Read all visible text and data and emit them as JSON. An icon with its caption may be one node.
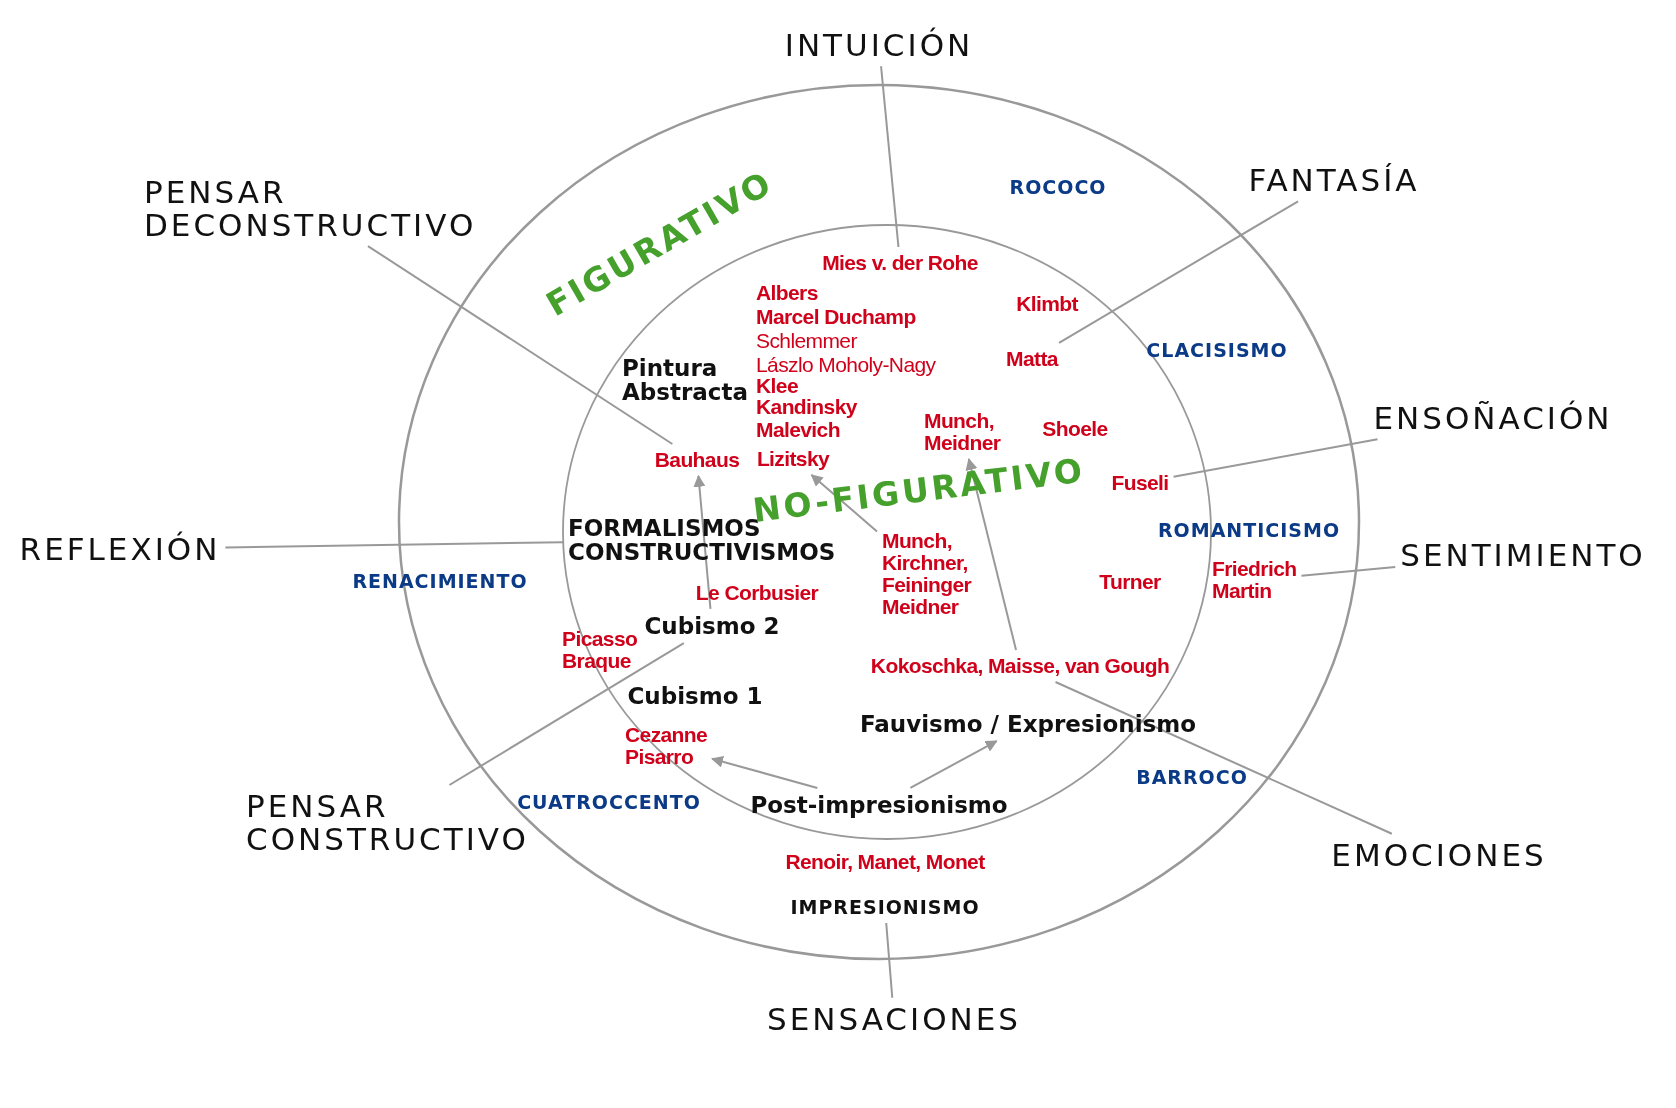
{
  "diagram": {
    "nodes": [
      {
        "text": [
          "INTUICIÓN"
        ]
      },
      {
        "text": [
          "Mies v. der Rohe"
        ]
      },
      {
        "text": [
          "FANTASÍA"
        ]
      },
      {
        "text": [
          "Matta"
        ]
      },
      {
        "text": [
          "PENSAR DECONSTRUCTIVO"
        ]
      },
      {
        "text": [
          "Bauhaus"
        ]
      },
      {
        "text": [
          "ENSOÑACIÓN"
        ]
      },
      {
        "text": [
          "Fuseli"
        ]
      },
      {
        "text": [
          "REFLEXIÓN"
        ]
      },
      {
        "text": [
          "FORMALISMOS CONSTRUCTIVISMOS"
        ]
      },
      {
        "text": [
          "SENTIMIENTO"
        ]
      },
      {
        "text": [
          "Friedrich Martin"
        ]
      },
      {
        "text": [
          "PENSAR CONSTRUCTIVO"
        ]
      },
      {
        "text": [
          "Cubismo 2"
        ]
      },
      {
        "text": [
          "EMOCIONES"
        ]
      },
      {
        "text": [
          "Kokoschka, Maisse, van Gough"
        ]
      },
      {
        "text": [
          "SENSACIONES"
        ]
      },
      {
        "text": [
          "IMPRESIONISMO"
        ]
      },
      {
        "text": [
          "Post-impresionismo"
        ]
      },
      {
        "text": [
          "Cezanne Pisarro"
        ]
      },
      {
        "text": [
          "Fauvismo / Expresionismo"
        ]
      },
      {
        "text": [
          "Lizitsky"
        ]
      },
      {
        "text": [
          "Munch, Kirchner, Feininger Meidner"
        ]
      },
      {
        "text": [
          "Munch, Meidner"
        ]
      }
    ],
    "edges": [
      {
        "from": 0,
        "to": 1,
        "arrow": "none"
      },
      {
        "from": 2,
        "to": 3,
        "arrow": "none"
      },
      {
        "from": 4,
        "to": 5,
        "arrow": "none"
      },
      {
        "from": 6,
        "to": 7,
        "arrow": "none"
      },
      {
        "from": 8,
        "to": 9,
        "arrow": "none"
      },
      {
        "from": 10,
        "to": 11,
        "arrow": "none"
      },
      {
        "from": 12,
        "to": 13,
        "arrow": "none"
      },
      {
        "from": 14,
        "to": 15,
        "arrow": "none"
      },
      {
        "from": 16,
        "to": 17,
        "arrow": "none"
      },
      {
        "from": 18,
        "to": 19,
        "arrow": "to"
      },
      {
        "from": 18,
        "to": 20,
        "arrow": "to"
      },
      {
        "from": 13,
        "to": 5,
        "arrow": "to"
      },
      {
        "from": 22,
        "to": 21,
        "arrow": "to"
      },
      {
        "from": 15,
        "to": 23,
        "arrow": "to"
      }
    ],
    "labels": [
      "FIGURATIVO",
      "ROCOCO",
      "Albers",
      "Marcel Duchamp",
      "Schlemmer",
      "Lászlo Moholy-Nagy",
      "Klee",
      "Kandinsky",
      "Malevich",
      "Klimbt",
      "CLACISISMO",
      "Pintura Abstracta",
      "Shoele",
      "NO-FIGURATIVO",
      "ROMANTICISMO",
      "RENACIMIENTO",
      "Le Corbusier",
      "Turner",
      "Picasso Braque",
      "Cubismo 1",
      "CUATROCCENTO",
      "BARROCO",
      "Renoir, Manet, Monet"
    ]
  }
}
